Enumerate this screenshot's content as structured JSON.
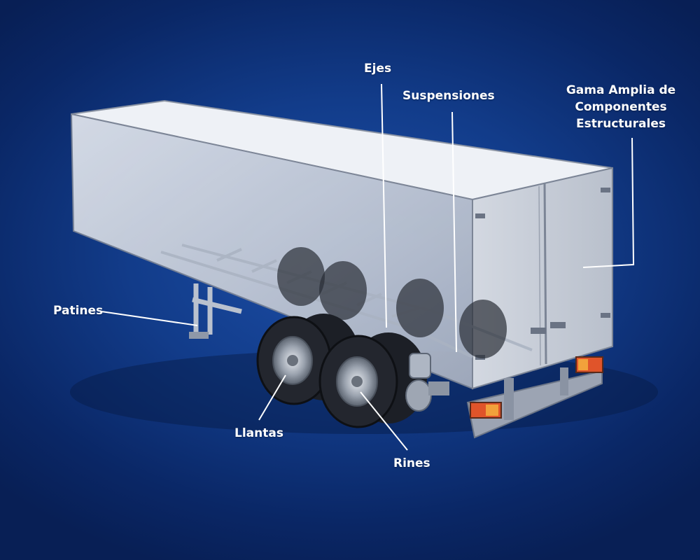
{
  "diagram": {
    "labels": {
      "ejes": "Ejes",
      "suspensiones": "Suspensiones",
      "componentes": [
        "Gama Amplia de",
        "Componentes",
        "Estructurales"
      ],
      "patines": "Patines",
      "llantas": "Llantas",
      "rines": "Rines"
    },
    "colors": {
      "background": "#123c8a",
      "callout_line": "#ffffff",
      "trailer_body": "#c9ced8",
      "tire": "#1c1f26",
      "tail_light": "#e0542a"
    }
  }
}
